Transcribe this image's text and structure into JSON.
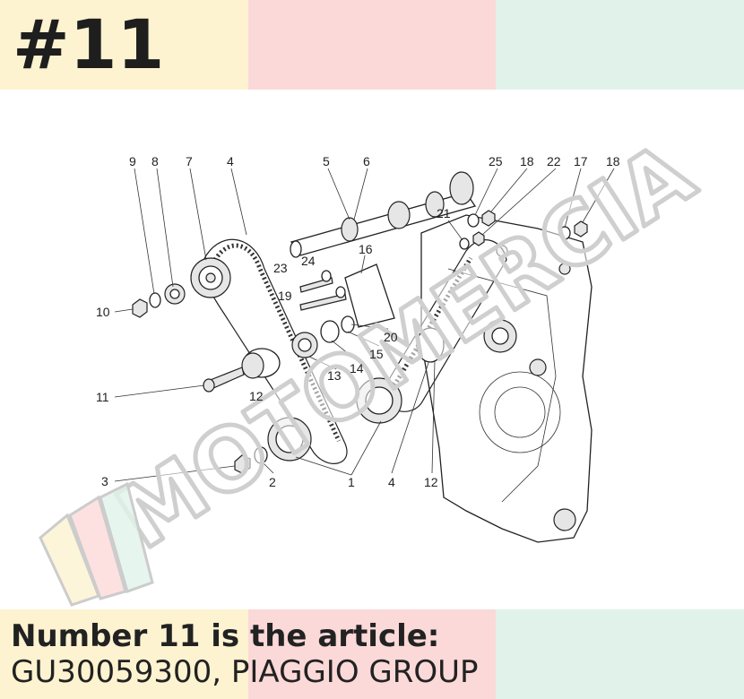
{
  "badge": "#11",
  "caption": {
    "line1": "Number 11 is the article:",
    "line2": "GU30059300, PIAGGIO GROUP"
  },
  "watermark": "MOTOMERCIA",
  "colors": {
    "yellow": "#fdf3d0",
    "pink": "#fbd9d8",
    "mint": "#e0f2ea",
    "text": "#222222"
  },
  "callouts": {
    "n9": "9",
    "n8": "8",
    "n7": "7",
    "n4a": "4",
    "n5": "5",
    "n6": "6",
    "n25": "25",
    "n18a": "18",
    "n22": "22",
    "n17": "17",
    "n18b": "18",
    "n21": "21",
    "n16": "16",
    "n23": "23",
    "n24": "24",
    "n19": "19",
    "n10": "10",
    "n20": "20",
    "n15": "15",
    "n14": "14",
    "n13": "13",
    "n11": "11",
    "n12a": "12",
    "n3": "3",
    "n2": "2",
    "n1": "1",
    "n4b": "4",
    "n12b": "12"
  }
}
